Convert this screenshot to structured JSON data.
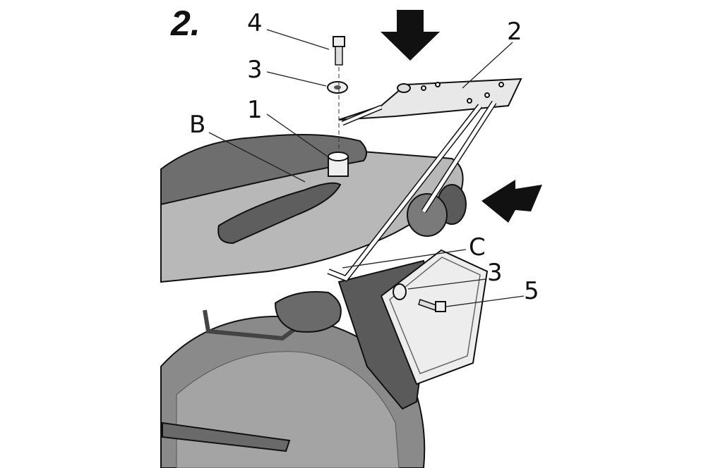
{
  "diagram": {
    "step_number": "2.",
    "labels": {
      "bolt_top": "4",
      "washer_top": "3",
      "spacer": "1",
      "seat_point": "B",
      "rack": "2",
      "mount_point": "C",
      "washer_side": "3",
      "bolt_side": "5"
    },
    "colors": {
      "seat": "#6e6e6e",
      "body": "#b8b8b8",
      "tire": "#8a8a8a",
      "arrow": "#111111"
    }
  }
}
